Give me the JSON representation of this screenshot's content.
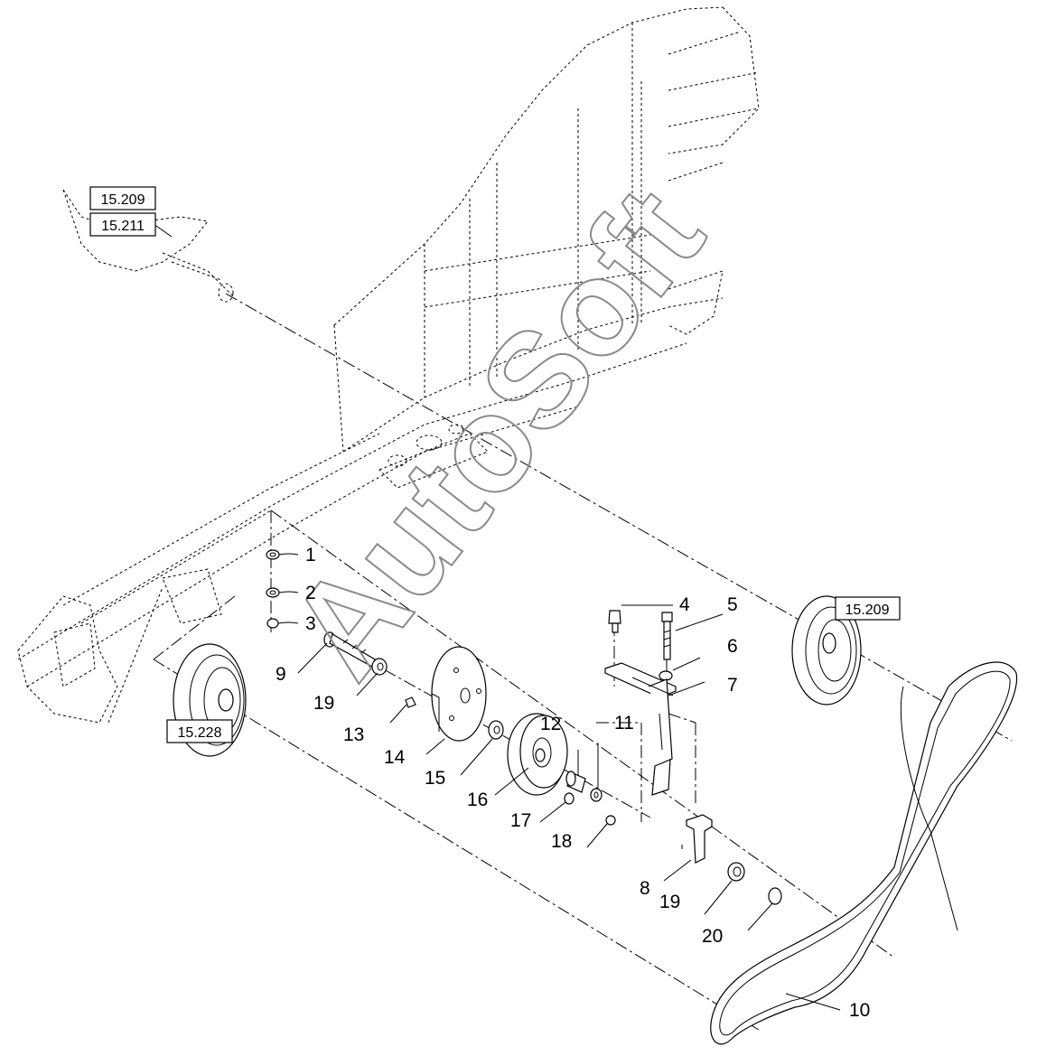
{
  "watermark": "AutoSoft",
  "ref_boxes": {
    "a": "15.209",
    "b": "15.211",
    "c": "15.209",
    "d": "15.228"
  },
  "callouts": {
    "n1": "1",
    "n2": "2",
    "n3": "3",
    "n4": "4",
    "n5": "5",
    "n6": "6",
    "n7": "7",
    "n8": "8",
    "n9": "9",
    "n10": "10",
    "n11": "11",
    "n12": "12",
    "n13": "13",
    "n14": "14",
    "n15": "15",
    "n16": "16",
    "n17": "17",
    "n18": "18",
    "n19a": "19",
    "n19b": "19",
    "n20": "20"
  }
}
